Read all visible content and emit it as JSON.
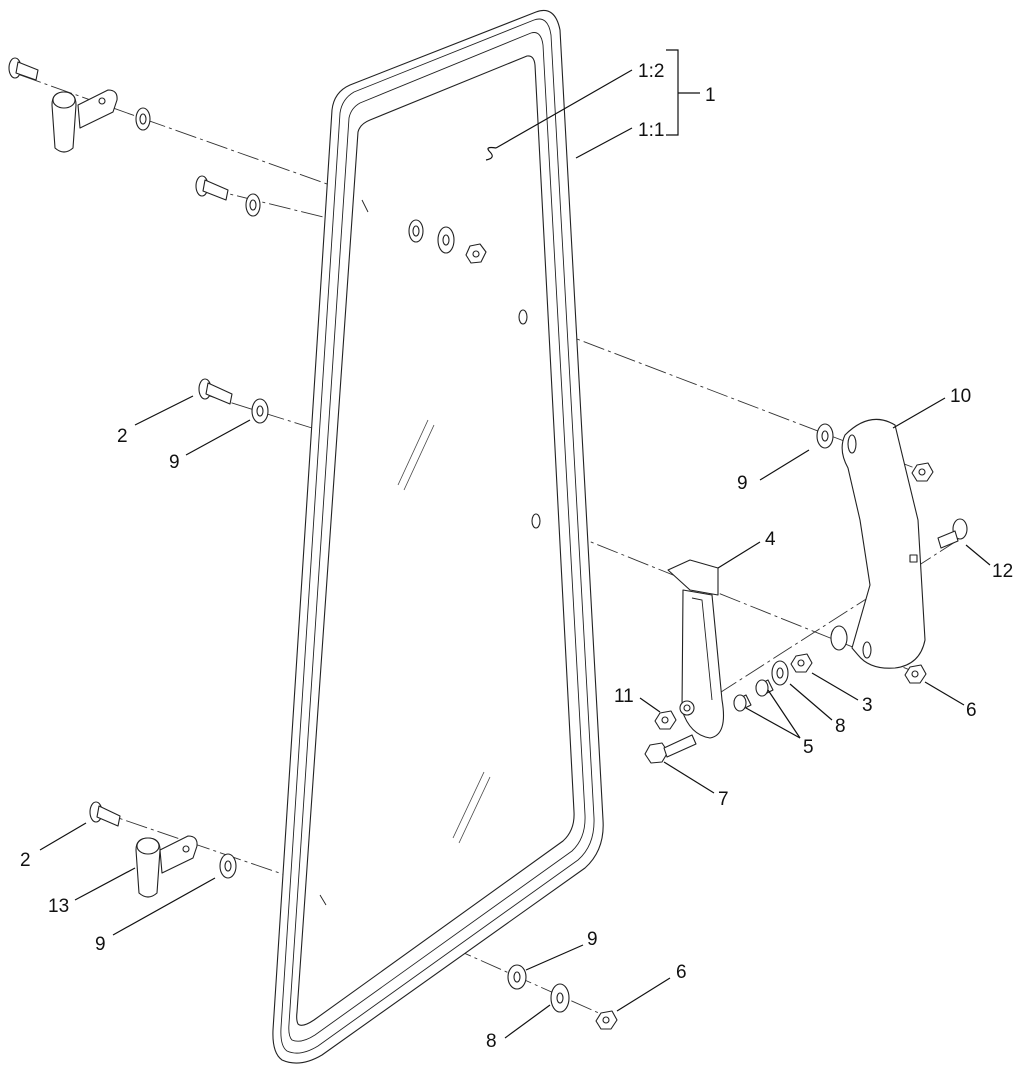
{
  "diagram": {
    "callouts": {
      "c_1_2": "1:2",
      "c_1_1": "1:1",
      "c_1": "1",
      "c_10": "10",
      "c_9_right": "9",
      "c_12": "12",
      "c_4": "4",
      "c_3": "3",
      "c_6_right": "6",
      "c_11": "11",
      "c_8_mid": "8",
      "c_5": "5",
      "c_7": "7",
      "c_2_mid": "2",
      "c_9_mid": "9",
      "c_2_low": "2",
      "c_13": "13",
      "c_9_low": "9",
      "c_9_bottom": "9",
      "c_6_bottom": "6",
      "c_8_bottom": "8"
    }
  }
}
